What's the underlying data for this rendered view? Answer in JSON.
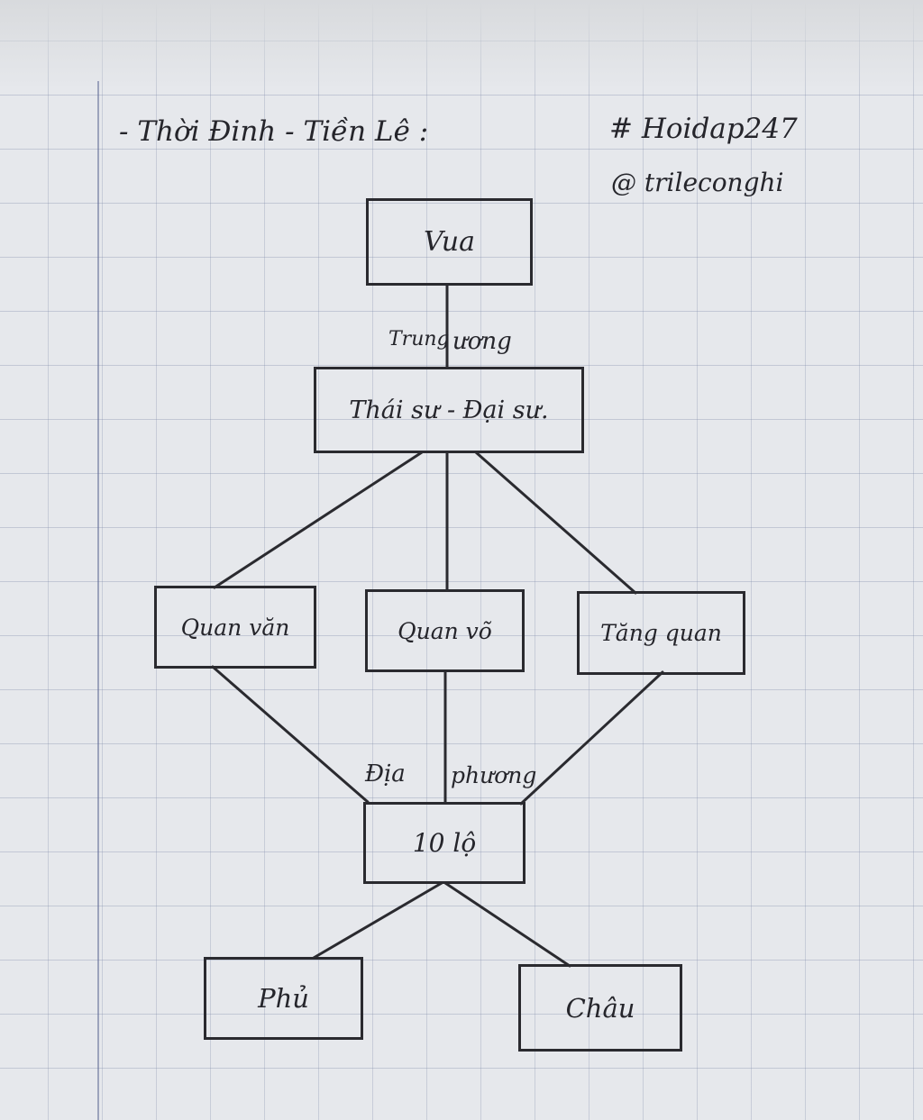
{
  "header": {
    "title": "- Thời Đinh - Tiền Lê :",
    "hashtag": "# Hoidap247",
    "handle": "@ trileconghi"
  },
  "nodes": {
    "vua": "Vua",
    "thai_su": "Thái sư - Đại sư.",
    "quan_van": "Quan văn",
    "quan_vo": "Quan võ",
    "tang_quan": "Tăng quan",
    "ten_lo": "10 lộ",
    "phu": "Phủ",
    "chau": "Châu"
  },
  "labels": {
    "trung": "Trung",
    "uong": "ương",
    "dia": "Địa",
    "phuong": "phương"
  },
  "colors": {
    "ink": "#2a2a2f",
    "paper": "#e6e8ec",
    "grid": "#7887a5"
  }
}
